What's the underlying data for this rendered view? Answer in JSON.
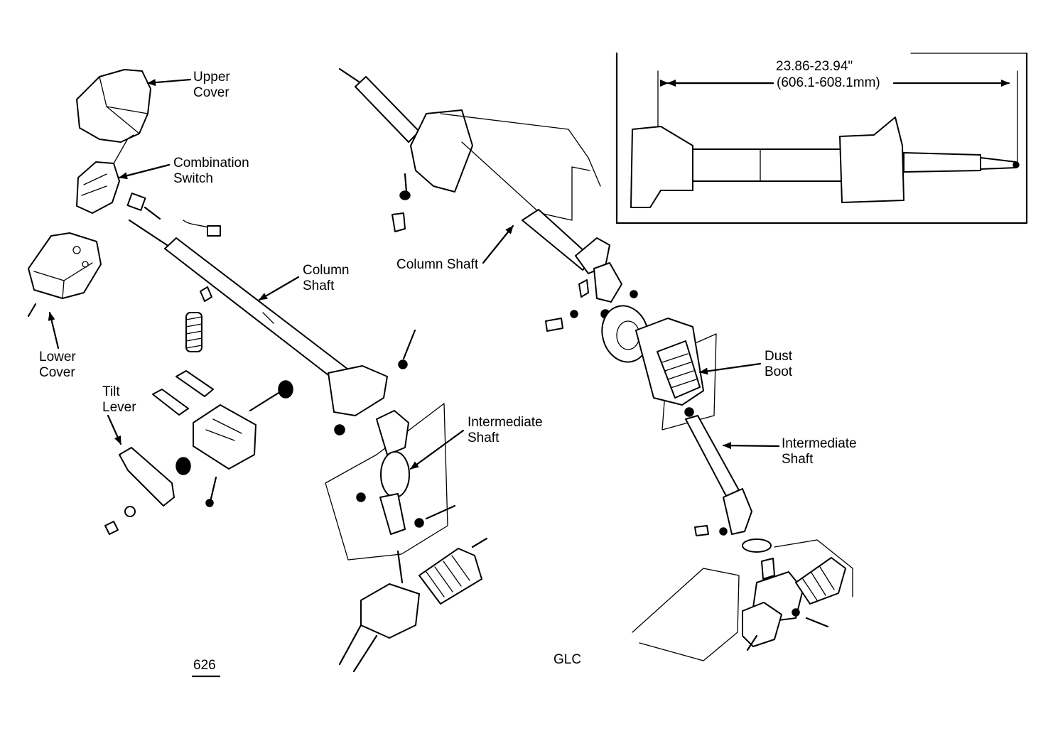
{
  "labels": {
    "upper_cover": [
      "Upper",
      "Cover"
    ],
    "combination_switch": [
      "Combination",
      "Switch"
    ],
    "lower_cover": [
      "Lower",
      "Cover"
    ],
    "column_shaft_left": [
      "Column",
      "Shaft"
    ],
    "tilt_lever": [
      "Tilt",
      "Lever"
    ],
    "intermediate_shaft_left": [
      "Intermediate",
      "Shaft"
    ],
    "column_shaft_right": "Column Shaft",
    "dust_boot": [
      "Dust",
      "Boot"
    ],
    "intermediate_shaft_right": [
      "Intermediate",
      "Shaft"
    ]
  },
  "inset": {
    "dimension_in": "23.86-23.94\"",
    "dimension_mm": "(606.1-608.1mm)"
  },
  "captions": {
    "left_model": "626",
    "right_model": "GLC"
  }
}
